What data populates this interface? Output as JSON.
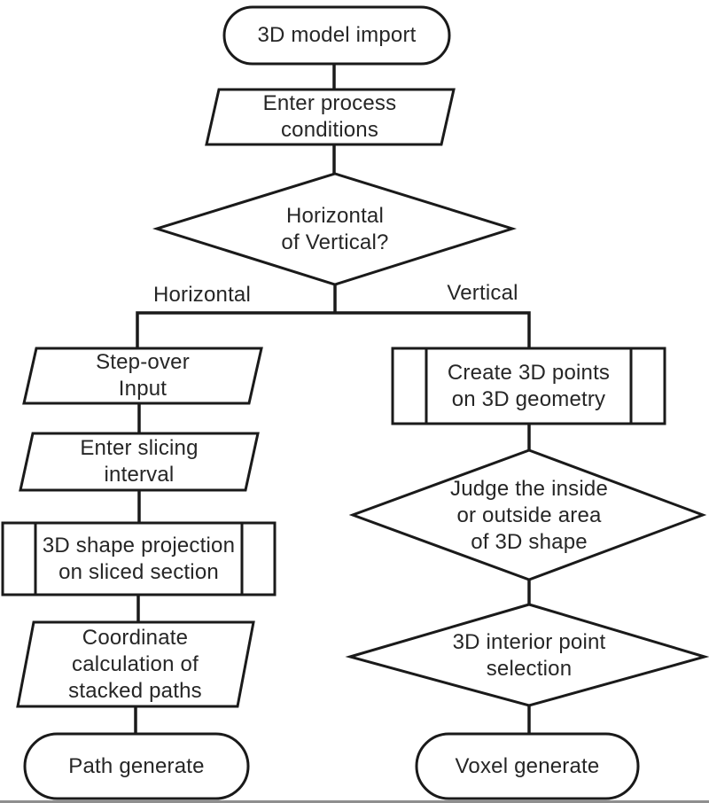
{
  "diagram": {
    "background": "#ffffff",
    "stroke_color": "#1a1a1a",
    "text_color": "#262626",
    "nodes": {
      "start": {
        "shape": "terminator",
        "label": "3D model import"
      },
      "enter_process": {
        "shape": "input-parallelogram",
        "label": "Enter process\nconditions"
      },
      "orientation_decision": {
        "shape": "decision-diamond",
        "label": "Horizontal\nof Vertical?"
      },
      "step_over": {
        "shape": "input-parallelogram",
        "label": "Step-over\nInput"
      },
      "enter_slicing": {
        "shape": "input-parallelogram",
        "label": "Enter slicing\ninterval"
      },
      "shape_projection": {
        "shape": "predefined-process",
        "label": "3D shape projection\non sliced section"
      },
      "coordinate_calculation": {
        "shape": "input-parallelogram",
        "label": "Coordinate\ncalculation of\nstacked paths"
      },
      "path_generate": {
        "shape": "terminator",
        "label": "Path generate"
      },
      "create_3d_points": {
        "shape": "predefined-process",
        "label": "Create 3D points\non 3D geometry"
      },
      "judge_area": {
        "shape": "decision-diamond",
        "label": "Judge the inside\nor outside area\nof 3D shape"
      },
      "interior_point_selection": {
        "shape": "decision-diamond",
        "label": "3D interior point\nselection"
      },
      "voxel_generate": {
        "shape": "terminator",
        "label": "Voxel generate"
      }
    },
    "edge_labels": {
      "left_branch": "Horizontal",
      "right_branch": "Vertical"
    }
  }
}
